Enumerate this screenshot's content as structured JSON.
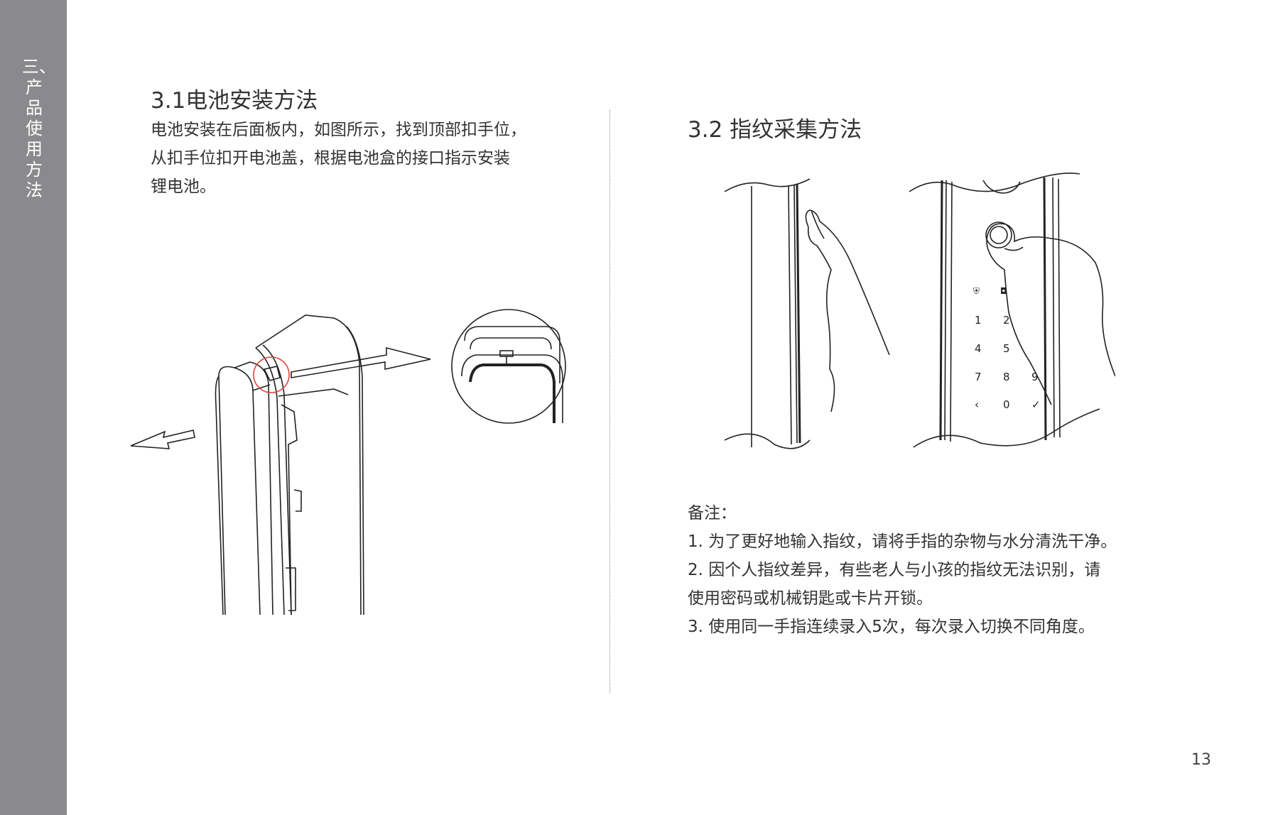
{
  "sidebar": {
    "chapter_title": "三、产品使用方法"
  },
  "section1": {
    "title": "3.1电池安装方法",
    "body_lines": [
      "电池安装在后面板内，如图所示，找到顶部扣手位，",
      "从扣手位扣开电池盖，根据电池盒的接口指示安装",
      "锂电池。"
    ]
  },
  "section2": {
    "title": "3.2 指纹采集方法",
    "keypad_keys": [
      "1",
      "2",
      "4",
      "5",
      "7",
      "8",
      "9",
      "0"
    ],
    "notes_label": "备注：",
    "notes": [
      "1. 为了更好地输入指纹，请将手指的杂物与水分清洗干净。",
      "2. 因个人指纹差异，有些老人与小孩的指纹无法识别，请",
      "使用密码或机械钥匙或卡片开锁。",
      "3. 使用同一手指连续录入5次，每次录入切换不同角度。"
    ]
  },
  "page_number": "13",
  "colors": {
    "sidebar": "#8a8a8c",
    "highlight_circle": "#d9483b"
  }
}
